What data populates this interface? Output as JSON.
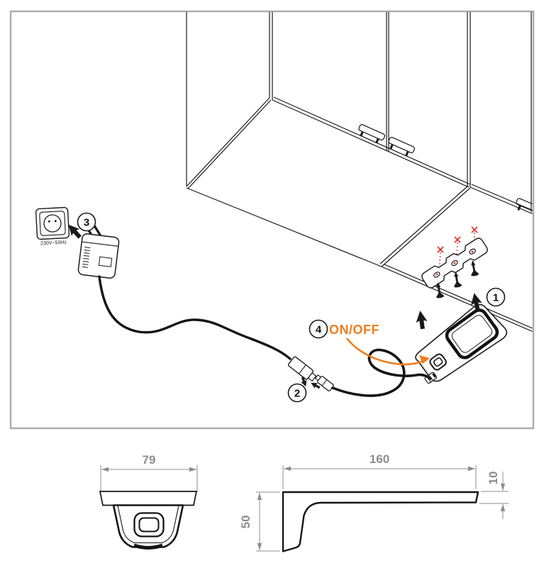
{
  "panel": {
    "description": "installation-steps-illustration",
    "step_badges": [
      {
        "n": "1"
      },
      {
        "n": "2"
      },
      {
        "n": "3"
      },
      {
        "n": "4"
      }
    ],
    "socket_label": "230V~50Hz",
    "onoff_label": "ON/OFF",
    "colors": {
      "accent_orange": "#ef7d1b",
      "marker_red": "#d9362b",
      "line_black": "#1a1a1a",
      "dimension_gray": "#8c8c8c",
      "panel_border_gray": "#ababab"
    }
  },
  "dimensions": {
    "front_width": "79",
    "side_length": "160",
    "side_thickness": "10",
    "side_height": "50"
  }
}
